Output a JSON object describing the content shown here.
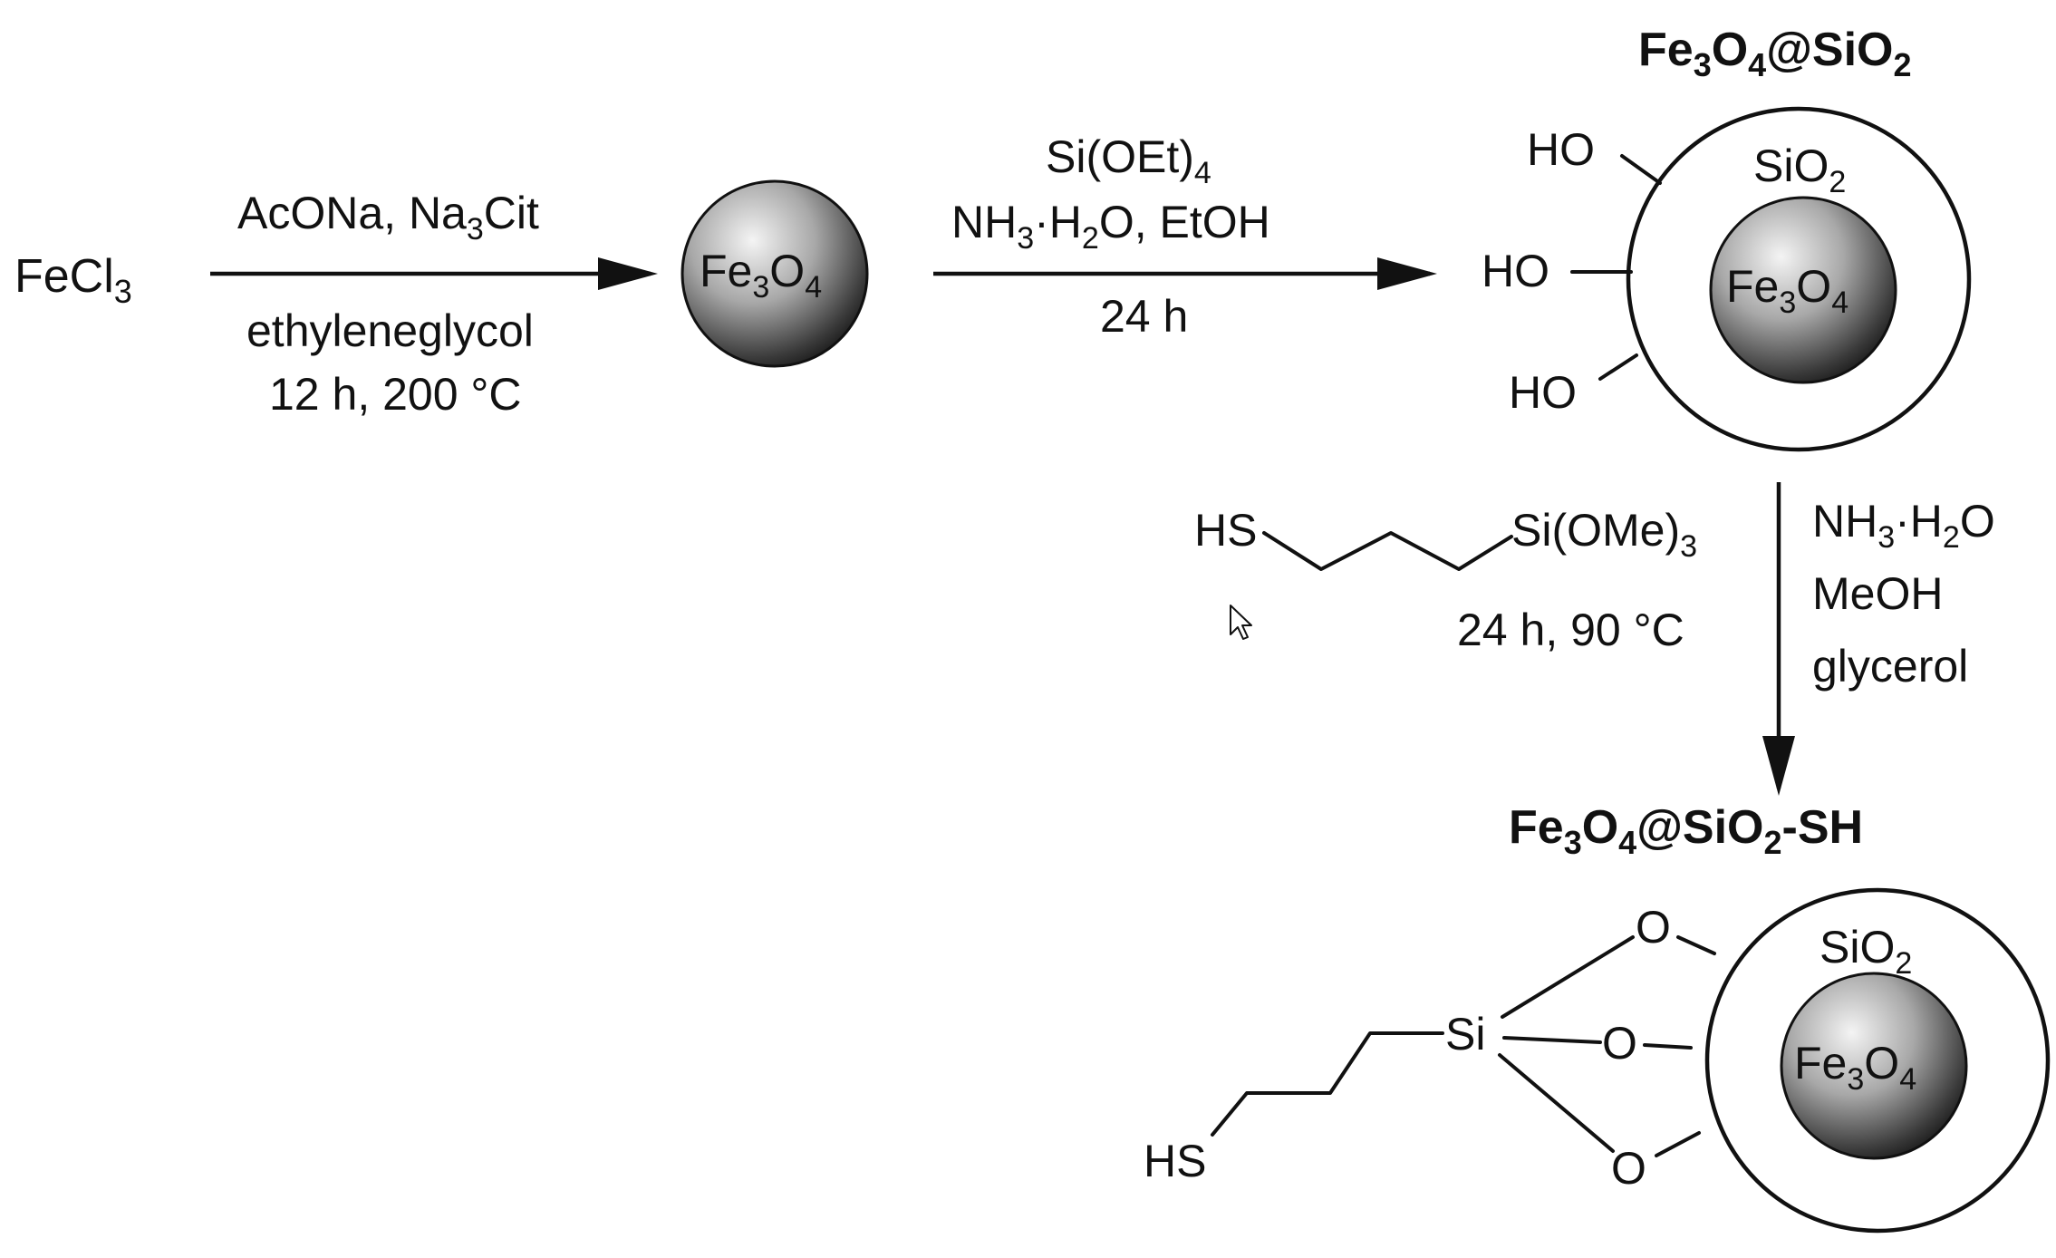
{
  "reactant": {
    "label_main": "FeCl",
    "label_sub": "3"
  },
  "step1": {
    "reagent_a": "AcONa, Na",
    "reagent_a_sub": "3",
    "reagent_a_tail": "Cit",
    "solvent": "ethyleneglycol",
    "conditions": "12 h, 200 °C"
  },
  "core_particle": {
    "text_a": "Fe",
    "sub_a": "3",
    "text_b": "O",
    "sub_b": "4"
  },
  "step2": {
    "reagent_main": "Si(OEt)",
    "reagent_sub": "4",
    "base_a": "NH",
    "base_sub_a": "3",
    "base_b": "·H",
    "base_sub_b": "2",
    "base_tail": "O, EtOH",
    "time": "24 h"
  },
  "intermediate": {
    "title_a": "Fe",
    "title_sub_a": "3",
    "title_b": "O",
    "title_sub_b": "4",
    "title_c": "@SiO",
    "title_sub_c": "2",
    "shell_text": "SiO",
    "shell_sub": "2",
    "hydroxyl_label": "HO"
  },
  "step3": {
    "thiol_left": "HS",
    "silane_main": "Si(OMe)",
    "silane_sub": "3",
    "conditions": "24 h, 90 °C",
    "reagent_a": "NH",
    "reagent_a_sub1": "3",
    "reagent_a_mid": "·H",
    "reagent_a_sub2": "2",
    "reagent_a_tail": "O",
    "reagent_b": "MeOH",
    "reagent_c": "glycerol"
  },
  "product": {
    "title_a": "Fe",
    "title_sub_a": "3",
    "title_b": "O",
    "title_sub_b": "4",
    "title_c": "@SiO",
    "title_sub_c": "2",
    "title_d": "-SH",
    "silicon_label": "Si",
    "oxygen_label": "O",
    "thiol_label": "HS"
  },
  "colors": {
    "ink": "#111111",
    "sphere_light": "#f2f2f2",
    "sphere_dark": "#1a1a1a"
  }
}
